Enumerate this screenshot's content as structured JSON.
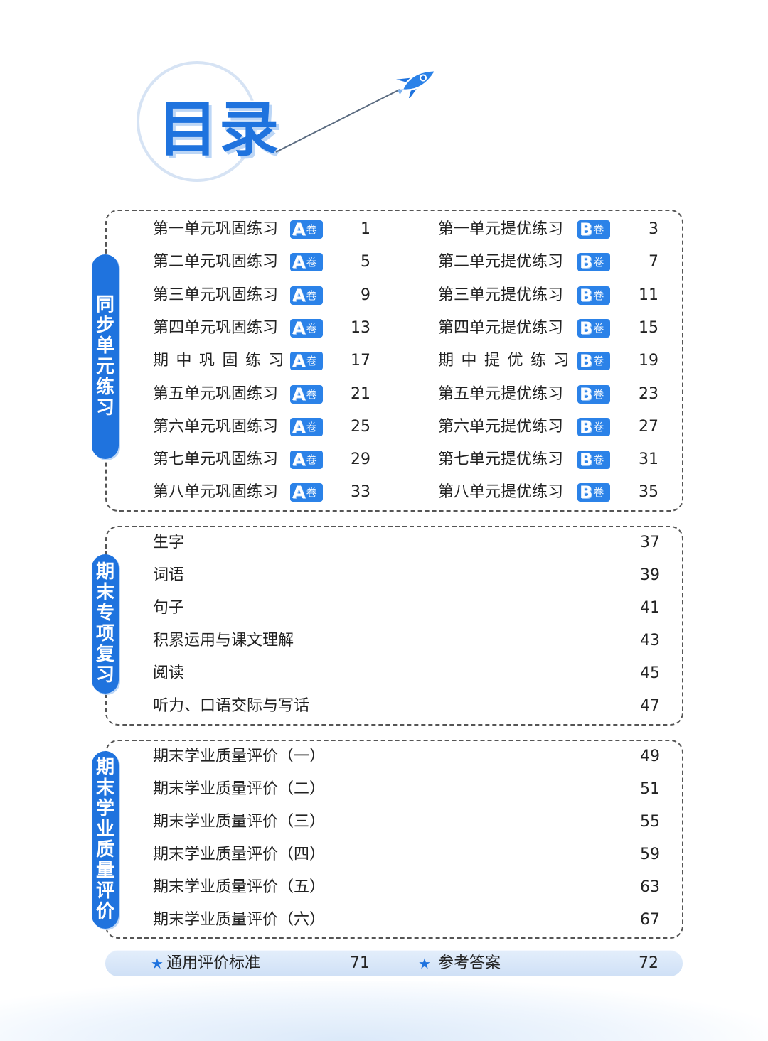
{
  "title": "目录",
  "sections": [
    {
      "label": "同步单元练习",
      "left": [
        {
          "name": "第一单元巩固练习",
          "badge_letter": "A",
          "badge_char": "卷",
          "page": "1"
        },
        {
          "name": "第二单元巩固练习",
          "badge_letter": "A",
          "badge_char": "卷",
          "page": "5"
        },
        {
          "name": "第三单元巩固练习",
          "badge_letter": "A",
          "badge_char": "卷",
          "page": "9"
        },
        {
          "name": "第四单元巩固练习",
          "badge_letter": "A",
          "badge_char": "卷",
          "page": "13"
        },
        {
          "name": "期中巩固练习",
          "badge_letter": "A",
          "badge_char": "卷",
          "page": "17"
        },
        {
          "name": "第五单元巩固练习",
          "badge_letter": "A",
          "badge_char": "卷",
          "page": "21"
        },
        {
          "name": "第六单元巩固练习",
          "badge_letter": "A",
          "badge_char": "卷",
          "page": "25"
        },
        {
          "name": "第七单元巩固练习",
          "badge_letter": "A",
          "badge_char": "卷",
          "page": "29"
        },
        {
          "name": "第八单元巩固练习",
          "badge_letter": "A",
          "badge_char": "卷",
          "page": "33"
        }
      ],
      "right": [
        {
          "name": "第一单元提优练习",
          "badge_letter": "B",
          "badge_char": "卷",
          "page": "3"
        },
        {
          "name": "第二单元提优练习",
          "badge_letter": "B",
          "badge_char": "卷",
          "page": "7"
        },
        {
          "name": "第三单元提优练习",
          "badge_letter": "B",
          "badge_char": "卷",
          "page": "11"
        },
        {
          "name": "第四单元提优练习",
          "badge_letter": "B",
          "badge_char": "卷",
          "page": "15"
        },
        {
          "name": "期中提优练习",
          "badge_letter": "B",
          "badge_char": "卷",
          "page": "19"
        },
        {
          "name": "第五单元提优练习",
          "badge_letter": "B",
          "badge_char": "卷",
          "page": "23"
        },
        {
          "name": "第六单元提优练习",
          "badge_letter": "B",
          "badge_char": "卷",
          "page": "27"
        },
        {
          "name": "第七单元提优练习",
          "badge_letter": "B",
          "badge_char": "卷",
          "page": "31"
        },
        {
          "name": "第八单元提优练习",
          "badge_letter": "B",
          "badge_char": "卷",
          "page": "35"
        }
      ]
    },
    {
      "label": "期末专项复习",
      "items": [
        {
          "name": "生字",
          "page": "37"
        },
        {
          "name": "词语",
          "page": "39"
        },
        {
          "name": "句子",
          "page": "41"
        },
        {
          "name": "积累运用与课文理解",
          "page": "43"
        },
        {
          "name": "阅读",
          "page": "45"
        },
        {
          "name": "听力、口语交际与写话",
          "page": "47"
        }
      ]
    },
    {
      "label": "期末学业质量评价",
      "items": [
        {
          "name": "期末学业质量评价（一）",
          "page": "49"
        },
        {
          "name": "期末学业质量评价（二）",
          "page": "51"
        },
        {
          "name": "期末学业质量评价（三）",
          "page": "55"
        },
        {
          "name": "期末学业质量评价（四）",
          "page": "59"
        },
        {
          "name": "期末学业质量评价（五）",
          "page": "63"
        },
        {
          "name": "期末学业质量评价（六）",
          "page": "67"
        }
      ]
    }
  ],
  "footer": [
    {
      "icon": "star-icon",
      "name": "通用评价标准",
      "page": "71"
    },
    {
      "icon": "star-icon",
      "name": "参考答案",
      "page": "72"
    }
  ],
  "colors": {
    "accent": "#1f73de",
    "badge": "#2b82e8",
    "border": "#555555"
  }
}
